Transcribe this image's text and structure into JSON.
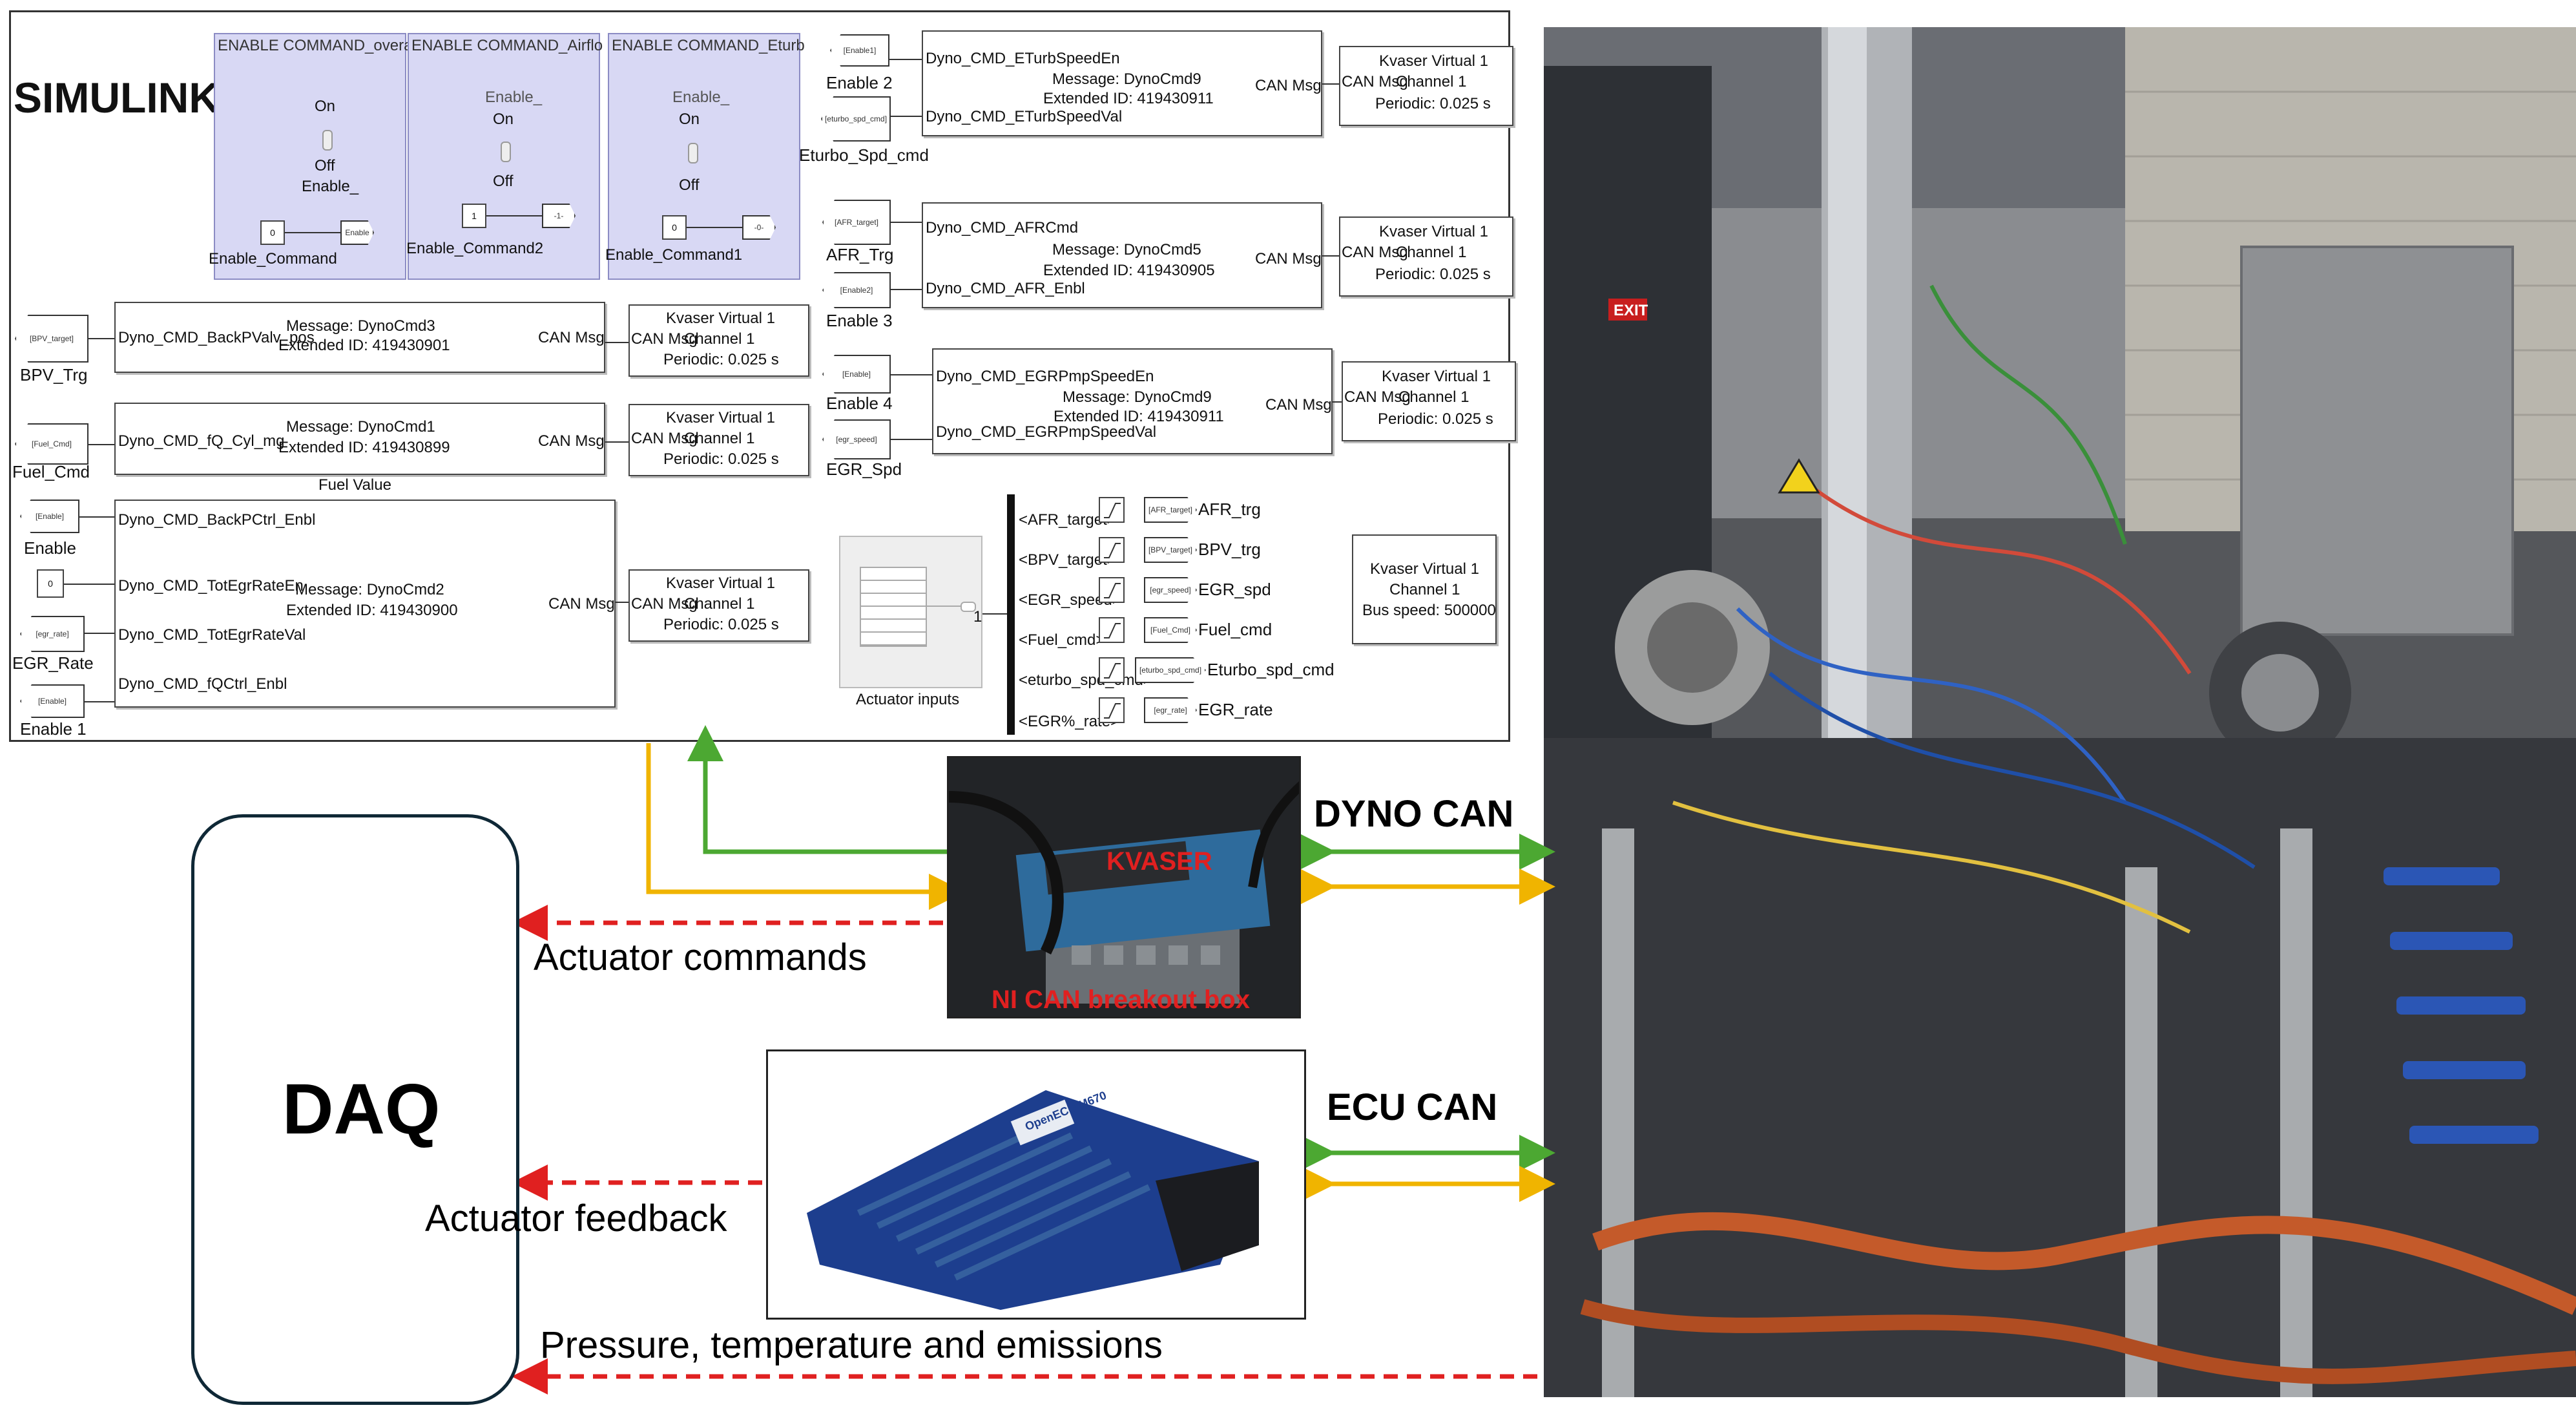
{
  "simulink": {
    "title": "SIMULINK",
    "enable_blocks": [
      {
        "header": "ENABLE COMMAND_overa",
        "on": "On",
        "off": "Off",
        "mid_label": "",
        "bottom_label": "Enable_",
        "const_val": "0",
        "goto": "Enable",
        "name": "Enable_Command"
      },
      {
        "header": "ENABLE COMMAND_Airflo",
        "on": "On",
        "off": "Off",
        "mid_label": "Enable_",
        "bottom_label": "",
        "const_val": "1",
        "goto": "-1-",
        "name": "Enable_Command2"
      },
      {
        "header": "ENABLE COMMAND_Eturb",
        "on": "On",
        "off": "Off",
        "mid_label": "Enable_",
        "bottom_label": "",
        "const_val": "0",
        "goto": "-0-",
        "name": "Enable_Command1"
      }
    ],
    "left_inputs": {
      "bpv_tag": "[BPV_target]",
      "bpv_label": "BPV_Trg",
      "fuel_tag": "[Fuel_Cmd]",
      "fuel_label": "Fuel_Cmd",
      "enable_tag": "[Enable]",
      "enable_label": "Enable",
      "const_zero": "0",
      "egr_tag": "[egr_rate]",
      "egr_label": "EGR_Rate",
      "enable1_tag": "[Enable]",
      "enable1_label": "Enable 1"
    },
    "left_blocks": [
      {
        "signals": [
          "Dyno_CMD_BackPValv_pos"
        ],
        "message": "Message: DynoCmd3",
        "ext_id": "Extended ID: 419430901",
        "out": "CAN Msg",
        "bottom": ""
      },
      {
        "signals": [
          "Dyno_CMD_fQ_Cyl_mg"
        ],
        "message": "Message: DynoCmd1",
        "ext_id": "Extended ID: 419430899",
        "out": "CAN Msg",
        "bottom": "Fuel Value"
      },
      {
        "signals": [
          "Dyno_CMD_BackPCtrl_Enbl",
          "Dyno_CMD_TotEgrRateEn",
          "Dyno_CMD_TotEgrRateVal",
          "Dyno_CMD_fQCtrl_Enbl"
        ],
        "message": "Message: DynoCmd2",
        "ext_id": "Extended ID: 419430900",
        "out": "CAN Msg",
        "bottom": ""
      }
    ],
    "right_blocks": [
      {
        "signals": [
          "Dyno_CMD_ETurbSpeedEn",
          "Dyno_CMD_ETurbSpeedVal"
        ],
        "message": "Message: DynoCmd9",
        "ext_id": "Extended ID: 419430911",
        "out": "CAN Msg",
        "in_tags": [
          "[Enable1]",
          "[eturbo_spd_cmd]"
        ],
        "in_labels": [
          "Enable 2",
          "Eturbo_Spd_cmd"
        ]
      },
      {
        "signals": [
          "Dyno_CMD_AFRCmd",
          "Dyno_CMD_AFR_Enbl"
        ],
        "message": "Message: DynoCmd5",
        "ext_id": "Extended ID: 419430905",
        "out": "CAN Msg",
        "in_tags": [
          "[AFR_target]",
          "[Enable2]"
        ],
        "in_labels": [
          "AFR_Trg",
          "Enable 3"
        ]
      },
      {
        "signals": [
          "Dyno_CMD_EGRPmpSpeedEn",
          "Dyno_CMD_EGRPmpSpeedVal"
        ],
        "message": "Message: DynoCmd9",
        "ext_id": "Extended ID: 419430911",
        "out": "CAN Msg",
        "in_tags": [
          "[Enable]",
          "[egr_speed]"
        ],
        "in_labels": [
          "Enable 4",
          "EGR_Spd"
        ]
      }
    ],
    "kvaser_block": {
      "line1": "Kvaser Virtual 1",
      "in": "CAN Msg",
      "line2": "Channel 1",
      "line3": "Periodic: 0.025 s"
    },
    "kvaser_config": {
      "line1": "Kvaser Virtual 1",
      "line2": "Channel 1",
      "line3": "Bus speed: 500000"
    },
    "actuator_inputs": {
      "label": "Actuator inputs",
      "port": "1"
    },
    "bus_outputs": [
      {
        "signal": "<AFR_target>",
        "tag": "[AFR_target]",
        "label": "AFR_trg"
      },
      {
        "signal": "<BPV_target>",
        "tag": "[BPV_target]",
        "label": "BPV_trg"
      },
      {
        "signal": "<EGR_speed>",
        "tag": "[egr_speed]",
        "label": "EGR_spd"
      },
      {
        "signal": "<Fuel_cmd>",
        "tag": "[Fuel_Cmd]",
        "label": "Fuel_cmd"
      },
      {
        "signal": "<eturbo_spd_cmd>",
        "tag": "[eturbo_spd_cmd]",
        "label": "Eturbo_spd_cmd"
      },
      {
        "signal": "<EGR%_rate>",
        "tag": "[egr_rate]",
        "label": "EGR_rate"
      }
    ]
  },
  "diagram": {
    "daq_label": "DAQ",
    "kvaser_text": "KVASER",
    "ni_text": "NI CAN breakout box",
    "dyno_can": "DYNO CAN",
    "ecu_can": "ECU CAN",
    "actuator_commands": "Actuator commands",
    "actuator_feedback": "Actuator feedback",
    "pressure_label": "Pressure, temperature and emissions",
    "ecu_brand": "OpenECU M670",
    "exit_sign": "EXIT"
  },
  "colors": {
    "green_arrow": "#4ca832",
    "yellow_arrow": "#f0b400",
    "red_dashed": "#e02020",
    "daq_border": "#0f2836",
    "enable_bg": "#d8d8f4",
    "ecu_blue": "#1d3e8e"
  }
}
